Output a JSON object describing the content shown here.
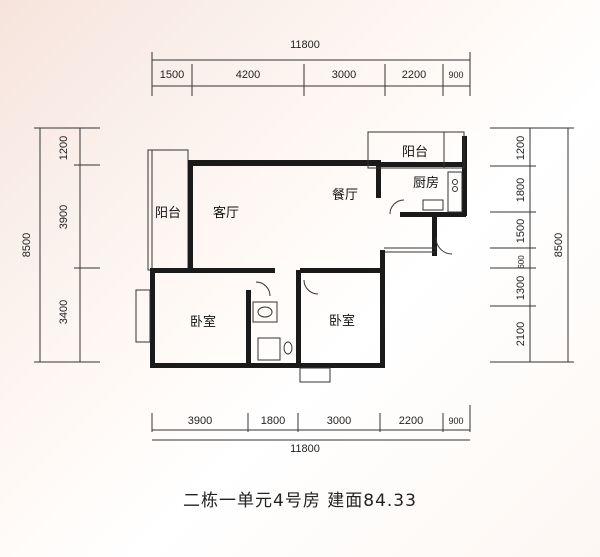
{
  "dimensions": {
    "top_total": "11800",
    "top_segments": [
      "1500",
      "4200",
      "3000",
      "2200",
      "900"
    ],
    "bottom_total": "11800",
    "bottom_segments": [
      "3900",
      "1800",
      "3000",
      "2200",
      "900"
    ],
    "left_total": "8500",
    "left_segments": [
      "1200",
      "3900",
      "3400"
    ],
    "right_total": "8500",
    "right_segments": [
      "1200",
      "1800",
      "1500",
      "600",
      "1300",
      "2100"
    ]
  },
  "rooms": {
    "balcony_top_right": "阳台",
    "kitchen": "厨房",
    "dining": "餐厅",
    "balcony_left": "阳台",
    "living": "客厅",
    "bedroom_left": "卧室",
    "bedroom_right": "卧室"
  },
  "caption": "二栋一单元4号房   建面84.33"
}
